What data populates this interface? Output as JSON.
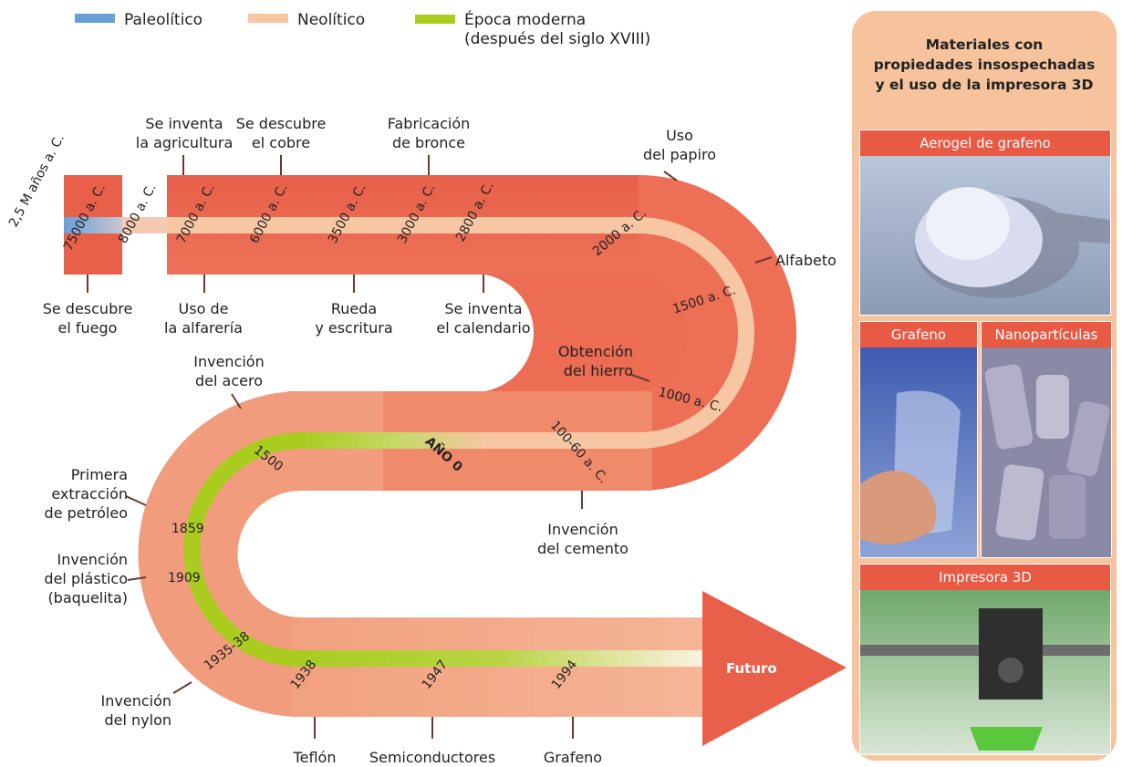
{
  "legend": {
    "paleolitico": {
      "label": "Paleolítico",
      "color": "#6a9fd6"
    },
    "neolitico": {
      "label": "Neolítico",
      "color": "#f7c7a3"
    },
    "moderna": {
      "label": "Época moderna\n(después del siglo XVIII)",
      "color": "#a9cc1f"
    }
  },
  "colors": {
    "band_dark": "#e8604a",
    "band_light": "#f0a485",
    "accent": "#e85a44"
  },
  "dates": {
    "d1": "2,5 M años a. C.",
    "d2": "75000 a. C.",
    "d3": "8000 a. C.",
    "d4": "7000 a. C.",
    "d5": "6000 a. C.",
    "d6": "3500 a. C.",
    "d7": "3000 a. C.",
    "d8": "2800 a. C.",
    "d9": "2000 a. C.",
    "d10": "1500 a. C.",
    "d11": "1000 a. C.",
    "d12": "100-60 a. C.",
    "d13": "AÑO 0",
    "d14": "1500",
    "d15": "1859",
    "d16": "1909",
    "d17": "1935-38",
    "d18": "1938",
    "d19": "1947",
    "d20": "1994",
    "future": "Futuro"
  },
  "events": {
    "fuego": "Se descubre\nel fuego",
    "agricultura": "Se inventa\nla agricultura",
    "alfareria": "Uso de\nla alfarería",
    "cobre": "Se descubre\nel cobre",
    "rueda": "Rueda\ny escritura",
    "bronce": "Fabricación\nde bronce",
    "calendario": "Se inventa\nel calendario",
    "papiro": "Uso\ndel papiro",
    "alfabeto": "Alfabeto",
    "hierro": "Obtención\ndel hierro",
    "acero": "Invención\ndel acero",
    "cemento": "Invención\ndel cemento",
    "petroleo": "Primera\nextracción\nde petróleo",
    "plastico": "Invención\ndel plástico\n(baquelita)",
    "nylon": "Invención\ndel nylon",
    "teflon": "Teflón",
    "semiconductores": "Semiconductores",
    "grafeno": "Grafeno"
  },
  "panel": {
    "title": "Materiales con\npropiedades insospechadas\ny el uso de la impresora 3D",
    "photos": [
      {
        "caption": "Aerogel de grafeno"
      },
      {
        "caption": "Grafeno"
      },
      {
        "caption": "Nanopartículas"
      },
      {
        "caption": "Impresora 3D"
      }
    ]
  }
}
